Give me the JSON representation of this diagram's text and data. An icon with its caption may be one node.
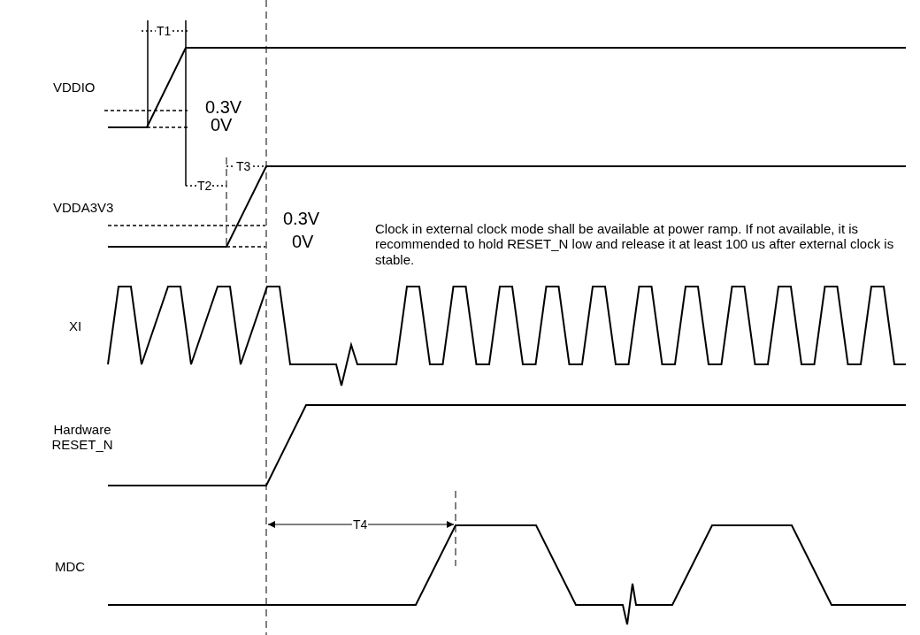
{
  "diagram": {
    "labels": [
      "T1",
      "VDDIO",
      "0.3V",
      "0V",
      "T3",
      "T2",
      "VDDA3V3",
      "0.3V",
      "0V",
      "Clock in external clock mode shall be available at power ramp. If not available, it is recommended to hold RESET_N low and release it at least 100 us after external clock is stable.",
      "XI",
      "Hardware RESET_N",
      "T4",
      "MDC"
    ]
  }
}
